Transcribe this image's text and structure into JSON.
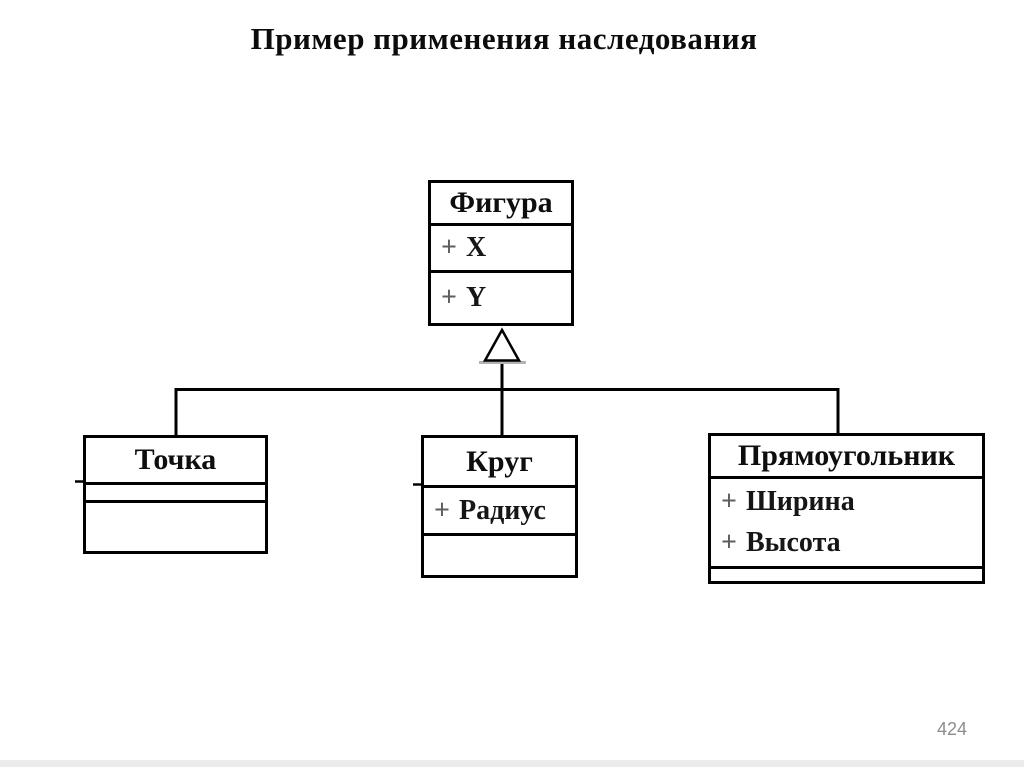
{
  "title": "Пример применения наследования",
  "page_number": "424",
  "colors": {
    "border": "#000000",
    "text": "#161616",
    "plus_sign": "#5f5f5f",
    "page_number": "#8c8c8c"
  },
  "icons": {
    "inheritance": "hollow-triangle-up"
  },
  "diagram": {
    "parent": {
      "name": "Фигура",
      "attributes": [
        {
          "prefix": "+",
          "label": "X"
        },
        {
          "prefix": "+",
          "label": "Y"
        }
      ]
    },
    "children": [
      {
        "name": "Точка",
        "attributes": []
      },
      {
        "name": "Круг",
        "attributes": [
          {
            "prefix": "+",
            "label": "Радиус"
          }
        ]
      },
      {
        "name": "Прямоугольник",
        "attributes": [
          {
            "prefix": "+",
            "label": "Ширина"
          },
          {
            "prefix": "+",
            "label": "Высота"
          }
        ]
      }
    ]
  }
}
